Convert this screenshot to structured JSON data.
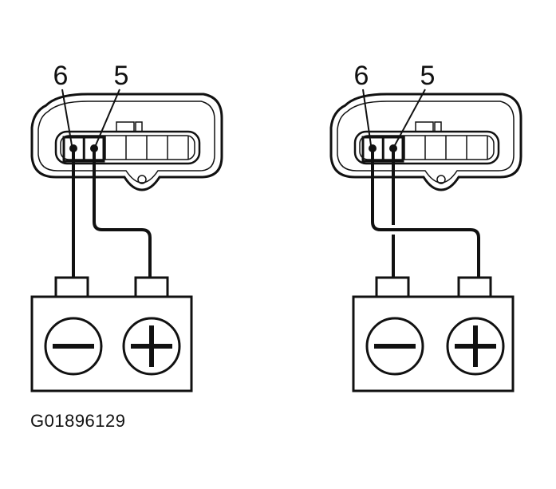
{
  "figure": {
    "code": "G01896129",
    "ink_color": "#111111",
    "background_color": "#ffffff"
  },
  "panels": [
    {
      "name": "left",
      "pin_labels": [
        "6",
        "5"
      ],
      "battery": {
        "negative_symbol": "minus",
        "positive_symbol": "plus"
      }
    },
    {
      "name": "right",
      "pin_labels": [
        "6",
        "5"
      ],
      "battery": {
        "negative_symbol": "minus",
        "positive_symbol": "plus"
      }
    }
  ]
}
